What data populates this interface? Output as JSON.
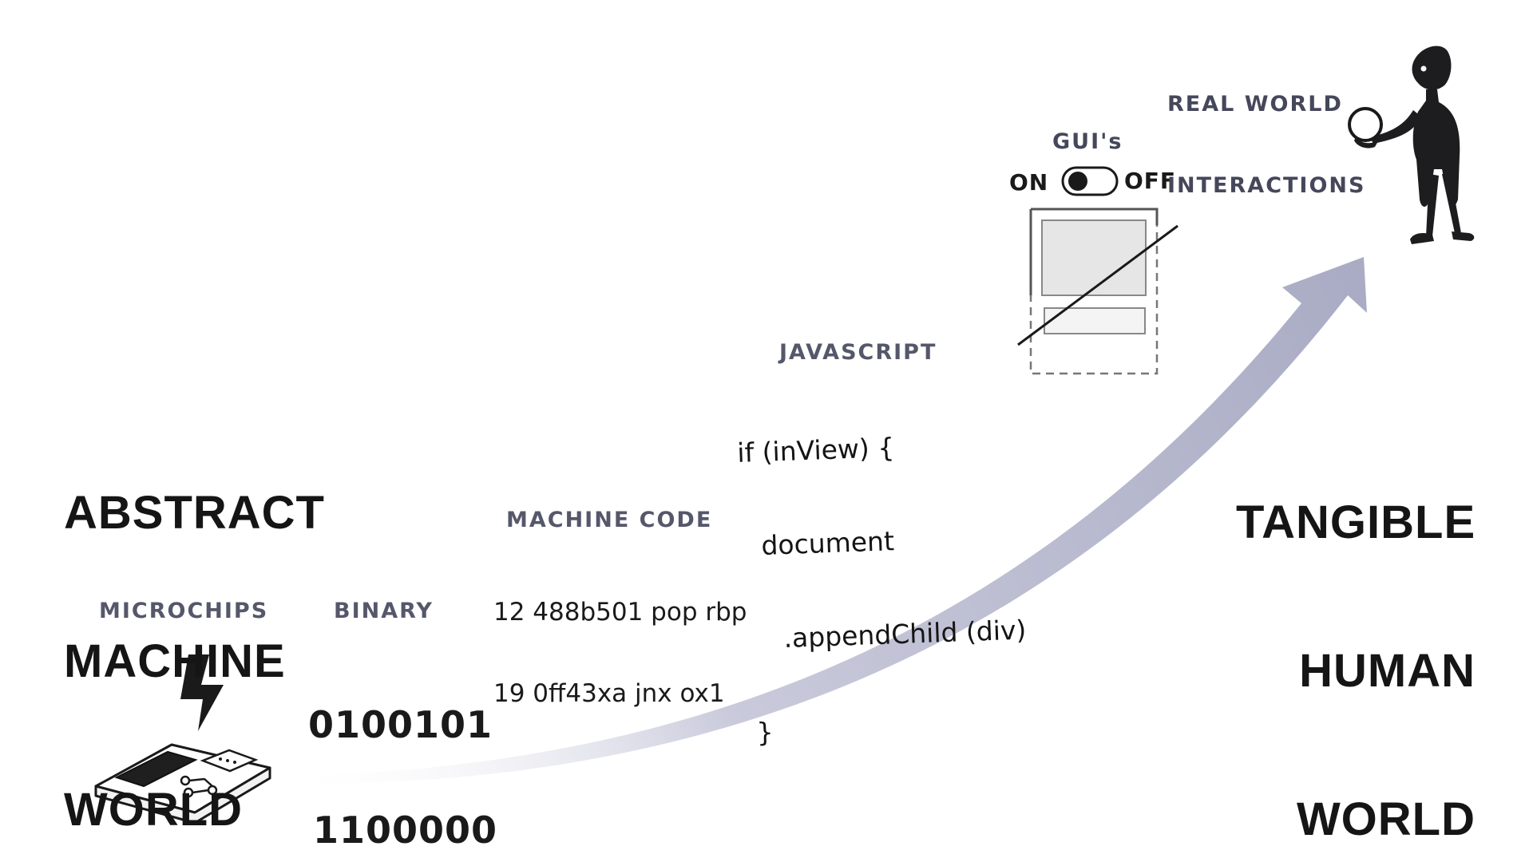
{
  "left_title": {
    "line1": "ABSTRACT",
    "line2": "MACHINE",
    "line3": "WORLD"
  },
  "right_title": {
    "line1": "TANGIBLE",
    "line2": "HUMAN",
    "line3": "WORLD"
  },
  "microchips": {
    "label": "MICROCHIPS"
  },
  "binary": {
    "label": "BINARY",
    "line1": "0100101",
    "line2": "1100000"
  },
  "machine_code": {
    "label": "MACHINE CODE",
    "line1": "12 488b501 pop rbp",
    "line2": "19 0ff43xa jnx ox1"
  },
  "javascript": {
    "label": "JAVASCRIPT",
    "line1": "if (inView) {",
    "line2": "document",
    "line3": ".appendChild (div)",
    "line4": "}"
  },
  "gui": {
    "label": "GUI's",
    "on_label": "ON",
    "off_label": "OFF"
  },
  "real_world": {
    "line1": "REAL WORLD",
    "line2": "INTERACTIONS"
  },
  "colors": {
    "arrow": "#aeb0c9",
    "label": "#55576a",
    "ink": "#1a1a1a"
  }
}
